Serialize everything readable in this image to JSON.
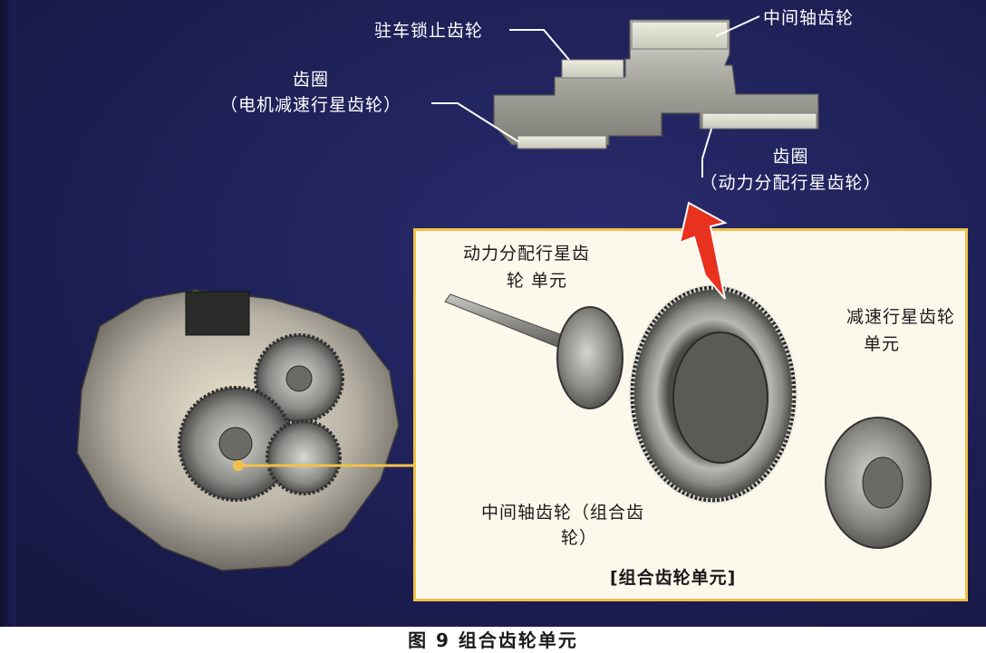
{
  "diagram": {
    "labels": {
      "parking_lock_gear": "驻车锁止齿轮",
      "counter_shaft_gear_top": "中间轴齿轮",
      "ring_gear_motor_line1": "齿圈",
      "ring_gear_motor_line2": "（电机减速行星齿轮）",
      "ring_gear_power_line1": "齿圈",
      "ring_gear_power_line2": "（动力分配行星齿轮）"
    },
    "inset": {
      "power_split_unit_line1": "动力分配行星齿",
      "power_split_unit_line2": "轮 单元",
      "reduction_unit_line1": "减速行星齿轮",
      "reduction_unit_line2": "单元",
      "counter_gear_line1": "中间轴齿轮（组合齿",
      "counter_gear_line2": "轮）",
      "title": "[组合齿轮单元]"
    }
  },
  "caption": "图 9  组合齿轮单元",
  "colors": {
    "background": "#1d1f55",
    "inset_border": "#f0c24a",
    "inset_background": "#fdf8ec",
    "arrow": "#e8321e",
    "pointer_line": "#f0c24a"
  },
  "icons": [
    "cross-section-icon",
    "transaxle-illustration",
    "gear-unit-illustration",
    "red-up-arrow-icon"
  ]
}
